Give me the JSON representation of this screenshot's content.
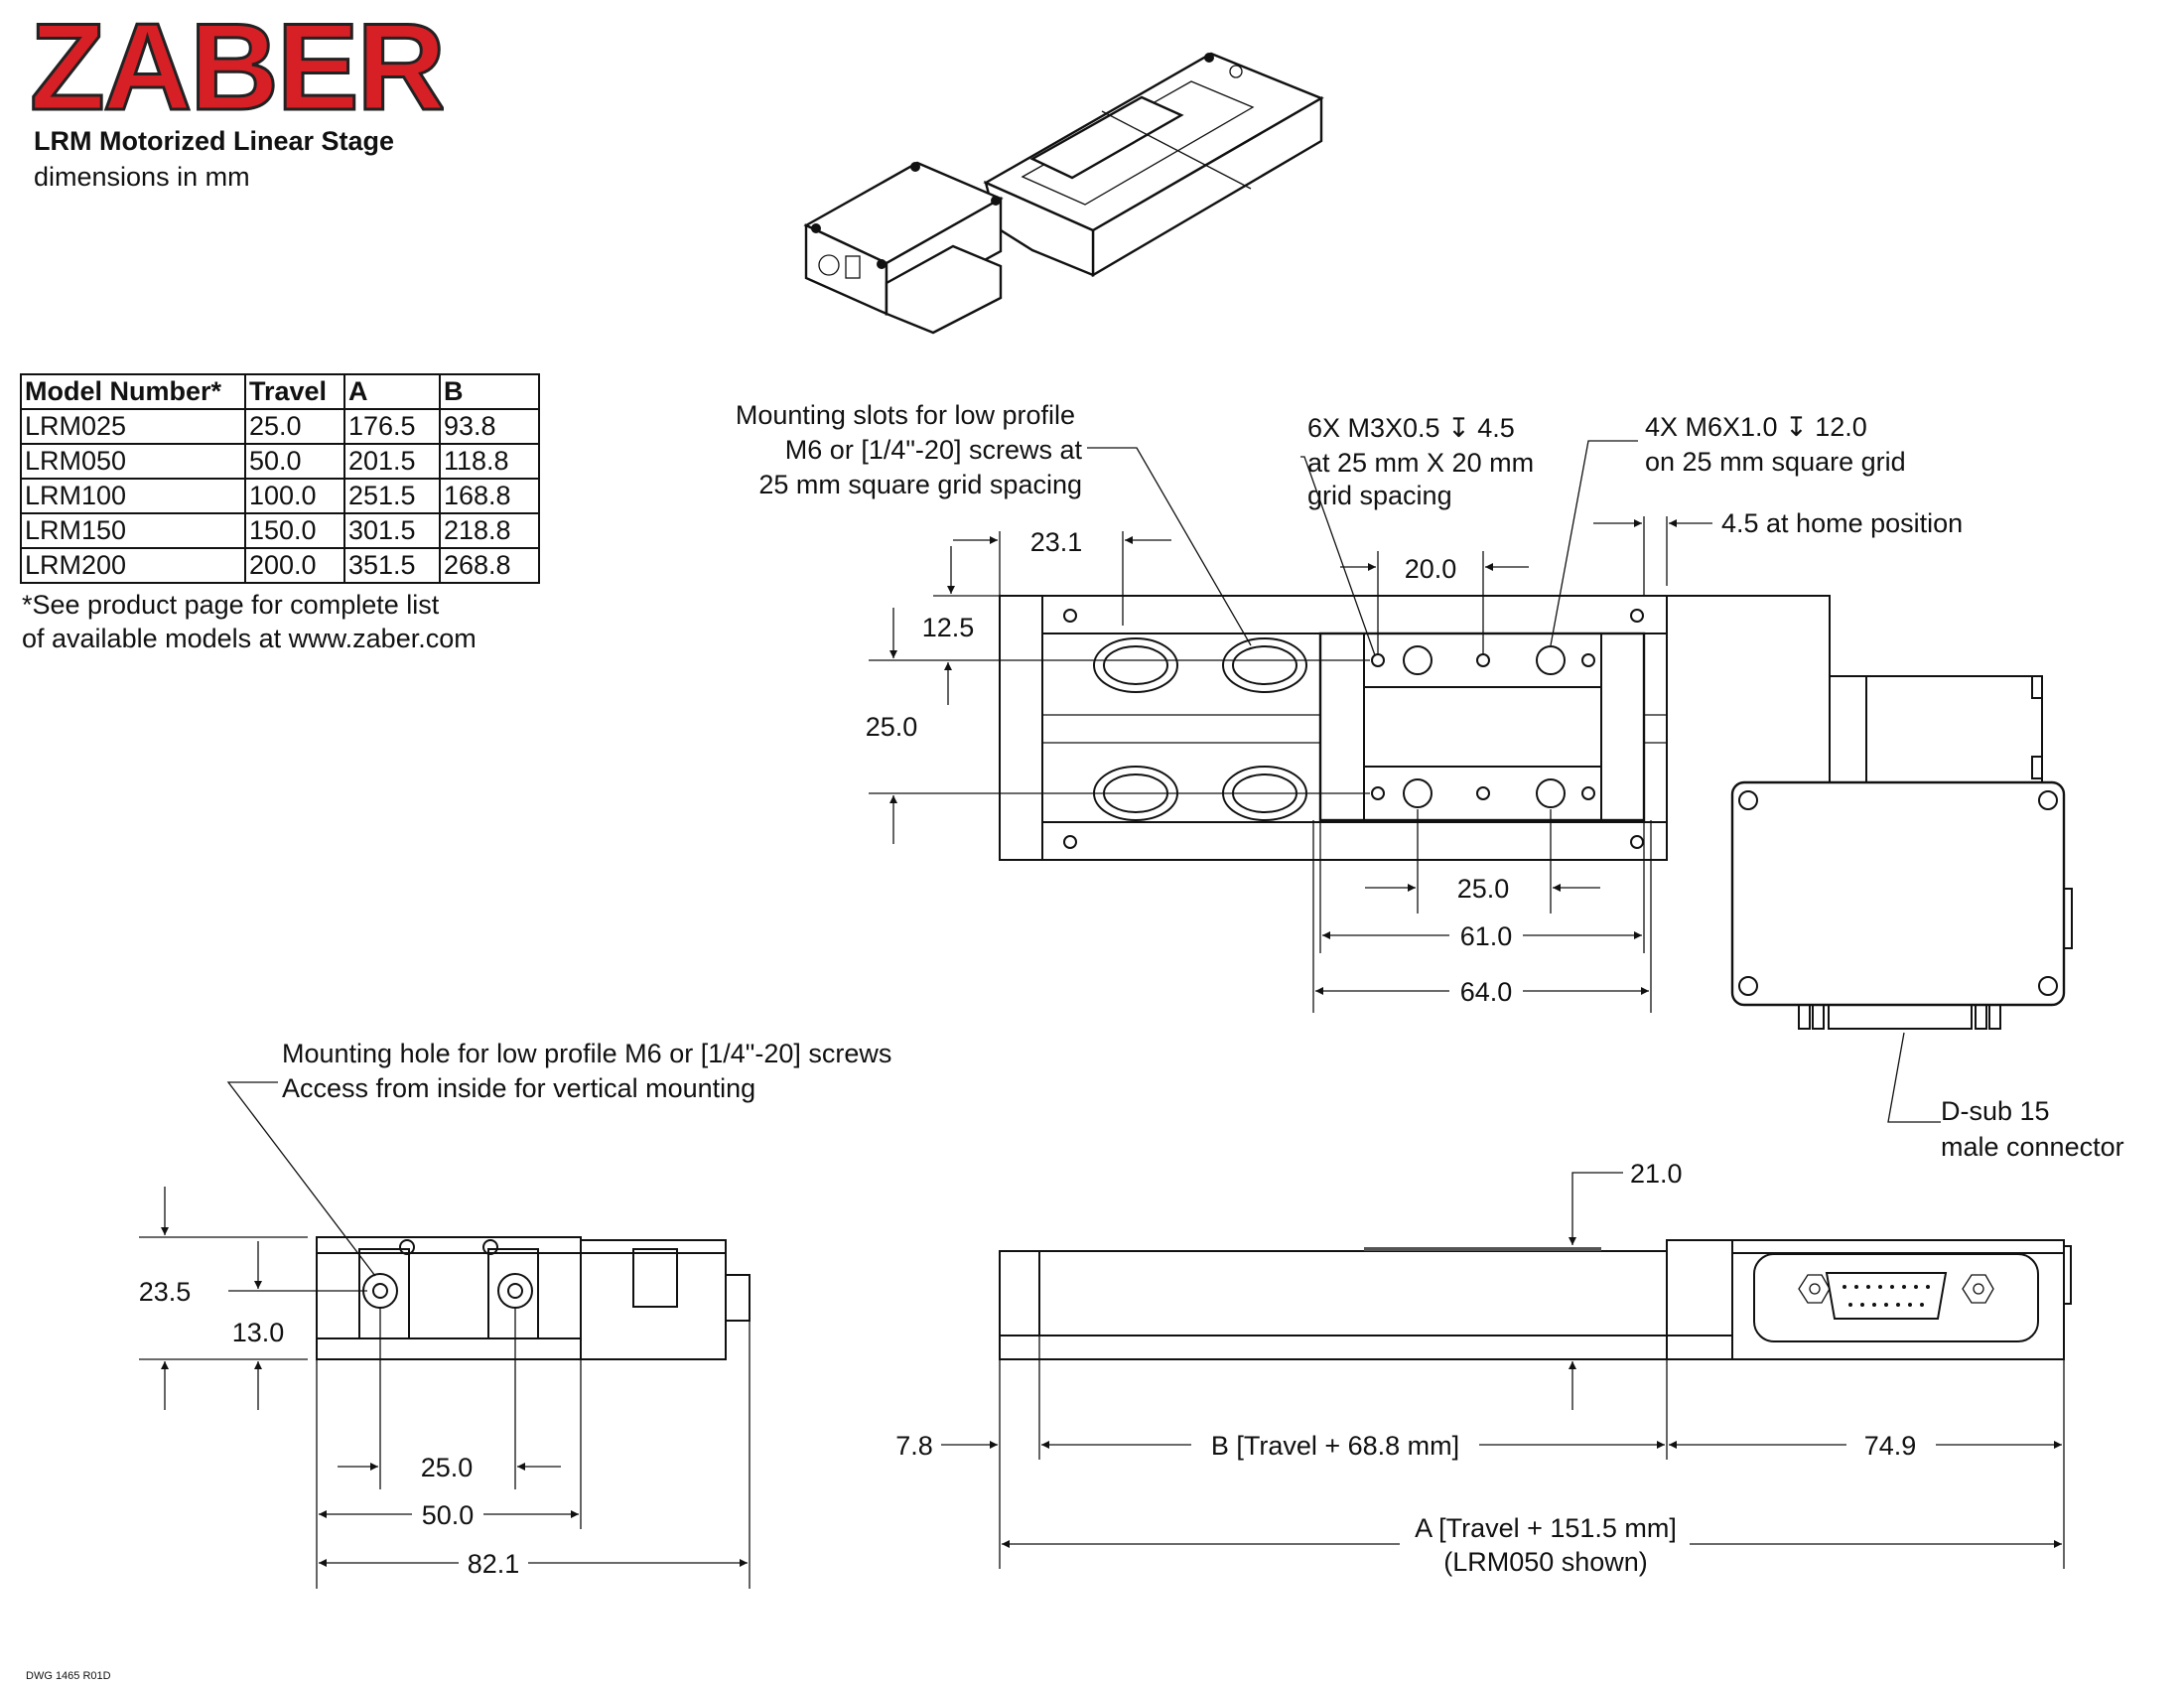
{
  "header": {
    "logo": "ZABER",
    "title": "LRM Motorized Linear Stage",
    "subtitle": "dimensions in mm"
  },
  "table": {
    "columns": [
      "Model Number*",
      "Travel",
      "A",
      "B"
    ],
    "rows": [
      [
        "LRM025",
        "25.0",
        "176.5",
        "93.8"
      ],
      [
        "LRM050",
        "50.0",
        "201.5",
        "118.8"
      ],
      [
        "LRM100",
        "100.0",
        "251.5",
        "168.8"
      ],
      [
        "LRM150",
        "150.0",
        "301.5",
        "218.8"
      ],
      [
        "LRM200",
        "200.0",
        "351.5",
        "268.8"
      ]
    ],
    "footnote_line1": "*See product page for complete list",
    "footnote_line2": "of available models at www.zaber.com"
  },
  "top_view": {
    "slots_note": [
      "Mounting slots for low profile",
      "M6 or [1/4\"-20] screws at",
      "25 mm square grid spacing"
    ],
    "m3_note": [
      "6X M3X0.5 ↧ 4.5",
      "at 25 mm X 20 mm",
      "grid spacing"
    ],
    "m6_note": [
      "4X M6X1.0 ↧ 12.0",
      "on 25 mm square grid"
    ],
    "home_note": "4.5 at home position",
    "dim_23_1": "23.1",
    "dim_20_0": "20.0",
    "dim_12_5": "12.5",
    "dim_25_0_v": "25.0",
    "dim_25_0_h": "25.0",
    "dim_61_0": "61.0",
    "dim_64_0": "64.0",
    "dsub_note": [
      "D-sub 15",
      "male connector"
    ]
  },
  "end_view": {
    "hole_note": [
      "Mounting hole for low profile M6 or [1/4\"-20] screws",
      "Access from inside for vertical mounting"
    ],
    "dim_23_5": "23.5",
    "dim_13_0": "13.0",
    "dim_25_0": "25.0",
    "dim_50_0": "50.0",
    "dim_82_1": "82.1"
  },
  "side_view": {
    "dim_21_0": "21.0",
    "dim_7_8": "7.8",
    "dim_b": "B [Travel + 68.8 mm]",
    "dim_74_9": "74.9",
    "dim_a": "A [Travel + 151.5 mm]",
    "shown_note": "(LRM050 shown)"
  },
  "drawing_number": "DWG 1465 R01D"
}
